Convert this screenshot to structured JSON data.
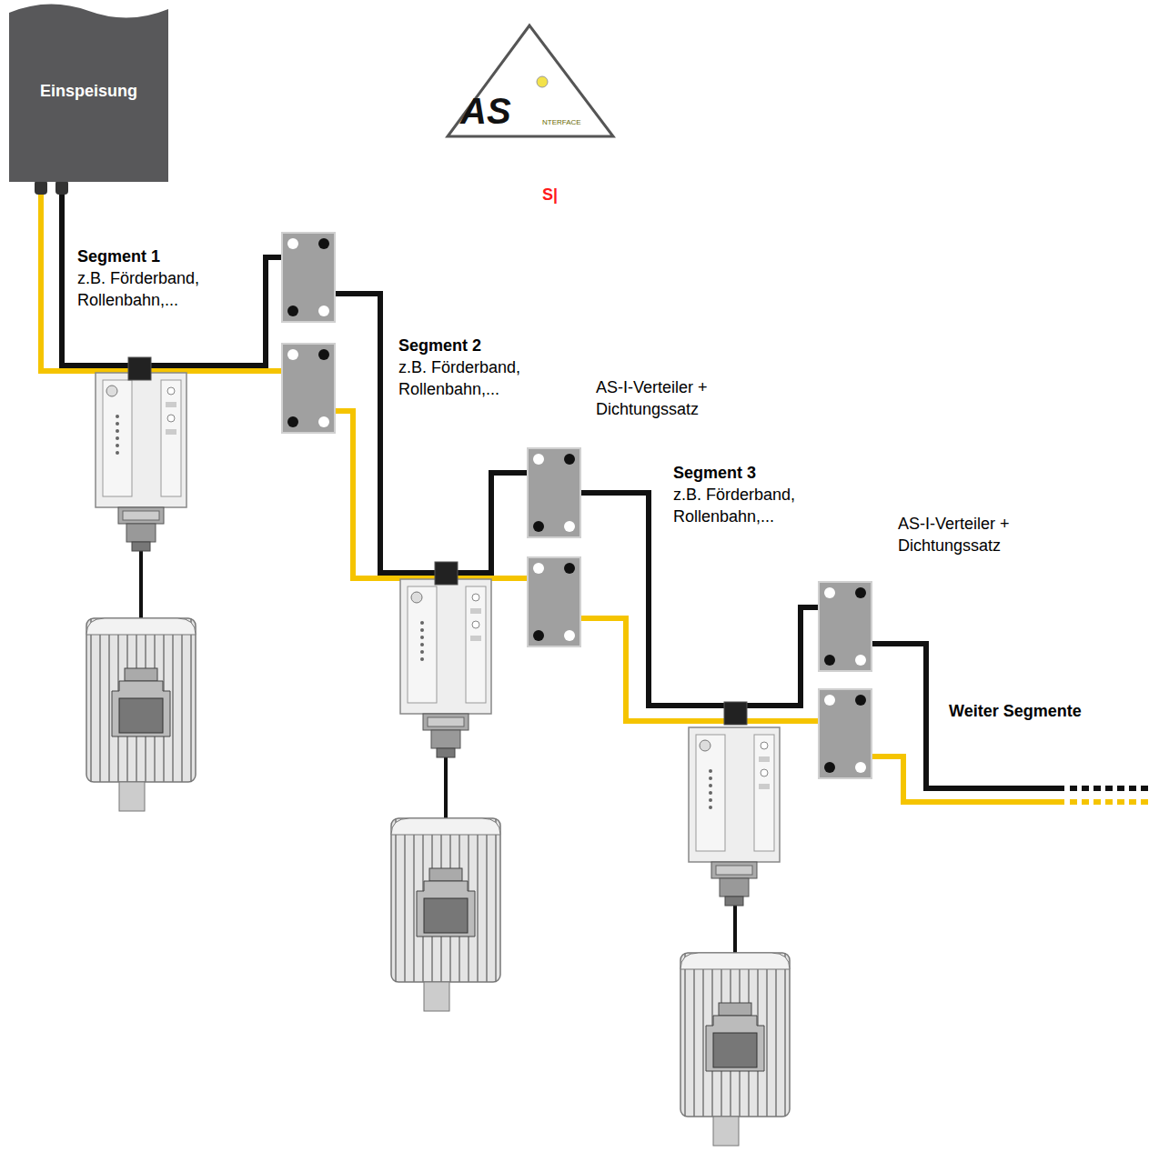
{
  "diagram": {
    "nodes": [
      {
        "text": [
          "Einspeisung"
        ]
      }
    ],
    "edges": [],
    "labels": [
      "AS",
      "NTERFACE",
      "S|",
      "Segment 1",
      "z.B. Förderband, Rollenbahn,...",
      "Segment 2",
      "z.B. Förderband, Rollenbahn,...",
      "AS-I-Verteiler + Dichtungssatz",
      "Segment 3",
      "z.B. Förderband, Rollenbahn,...",
      "AS-I-Verteiler + Dichtungssatz",
      "Weiter Segmente"
    ]
  }
}
